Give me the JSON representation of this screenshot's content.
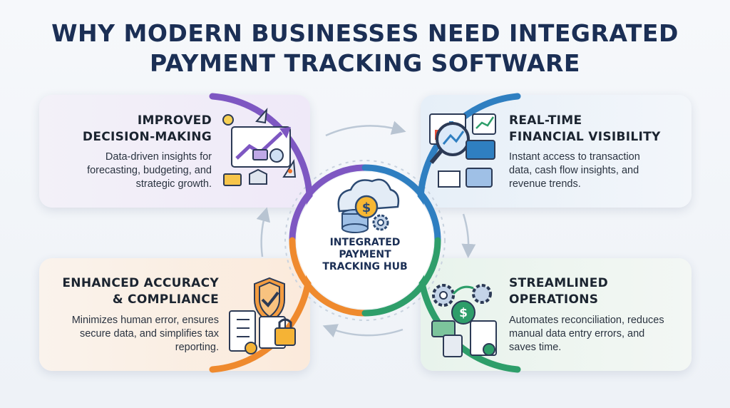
{
  "title": {
    "line1": "WHY MODERN BUSINESSES NEED INTEGRATED",
    "line2": "PAYMENT TRACKING SOFTWARE"
  },
  "hub": {
    "line1": "INTEGRATED",
    "line2": "PAYMENT",
    "line3": "TRACKING HUB",
    "icon": "cloud-database-dollar-gear-icon"
  },
  "cards": {
    "decision": {
      "title_line1": "IMPROVED",
      "title_line2": "DECISION-MAKING",
      "desc_line1": "Data-driven insights for",
      "desc_line2": "forecasting, budgeting, and",
      "desc_line3": "strategic growth.",
      "color": "#7e57c2",
      "icon": "growth-chart-rocket-icon"
    },
    "visibility": {
      "title_line1": "REAL-TIME",
      "title_line2": "FINANCIAL VISIBILITY",
      "desc_line1": "Instant access to transaction",
      "desc_line2": "data, cash flow insights, and",
      "desc_line3": "revenue trends.",
      "color": "#2f7fc1",
      "icon": "magnifier-chart-icon"
    },
    "accuracy": {
      "title_line1": "ENHANCED ACCURACY",
      "title_line2": "& COMPLIANCE",
      "desc_line1": "Minimizes human error, ensures",
      "desc_line2": "secure data, and simplifies tax",
      "desc_line3": "reporting.",
      "color": "#ef8a2e",
      "icon": "shield-lock-icon"
    },
    "operations": {
      "title_line1": "STREAMLINED",
      "title_line2": "OPERATIONS",
      "desc_line1": "Automates reconciliation, reduces",
      "desc_line2": "manual data entry errors, and",
      "desc_line3": "saves time.",
      "color": "#2e9e6a",
      "icon": "gears-calculator-icon"
    }
  }
}
